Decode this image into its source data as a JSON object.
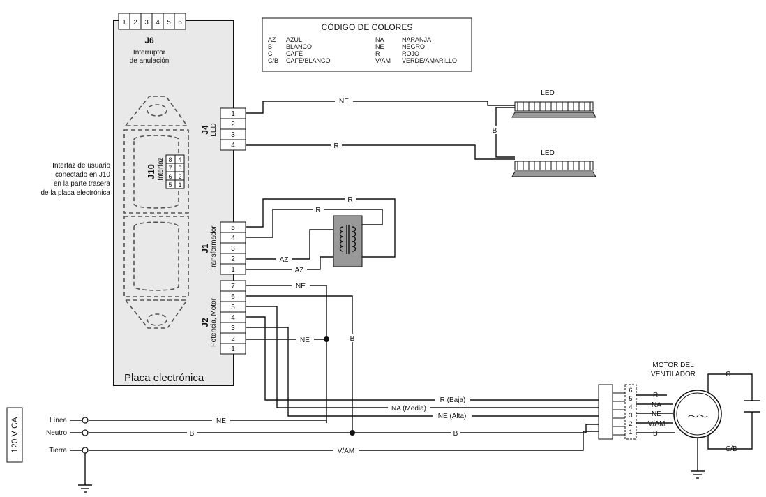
{
  "legend": {
    "title": "CÓDIGO DE COLORES",
    "items": [
      {
        "code": "AZ",
        "name": "AZUL"
      },
      {
        "code": "B",
        "name": "BLANCO"
      },
      {
        "code": "C",
        "name": "CAFÉ"
      },
      {
        "code": "C/B",
        "name": "CAFÉ/BLANCO"
      },
      {
        "code": "NA",
        "name": "NARANJA"
      },
      {
        "code": "NE",
        "name": "NEGRO"
      },
      {
        "code": "R",
        "name": "ROJO"
      },
      {
        "code": "V/AM",
        "name": "VERDE/AMARILLO"
      }
    ]
  },
  "board": {
    "label": "Placa electrónica",
    "j6": {
      "id": "J6",
      "desc1": "Interruptor",
      "desc2": "de anulación",
      "pins": [
        "1",
        "2",
        "3",
        "4",
        "5",
        "6"
      ]
    },
    "j10": {
      "id": "J10",
      "desc": "Interfaz",
      "pins": [
        "8",
        "4",
        "7",
        "3",
        "6",
        "2",
        "5",
        "1"
      ]
    },
    "j4": {
      "id": "J4",
      "desc": "LED",
      "pins": [
        "1",
        "2",
        "3",
        "4"
      ]
    },
    "j1": {
      "id": "J1",
      "desc": "Transformador",
      "pins": [
        "5",
        "4",
        "3",
        "2",
        "1"
      ]
    },
    "j2": {
      "id": "J2",
      "desc": "Potencia, Motor",
      "pins": [
        "7",
        "6",
        "5",
        "4",
        "3",
        "2",
        "1"
      ]
    }
  },
  "interface_note": [
    "Interfaz de usuario",
    "conectado en J10",
    "en la parte trasera",
    "de la placa electrónica"
  ],
  "led": {
    "top": "LED",
    "bottom": "LED"
  },
  "wires": {
    "ne": "NE",
    "r": "R",
    "b": "B",
    "az": "AZ",
    "vam": "V/AM",
    "na": "NA",
    "c": "C",
    "cb": "C/B",
    "r_baja": "R (Baja)",
    "na_media": "NA (Media)",
    "ne_alta": "NE (Alta)"
  },
  "motor": {
    "line1": "MOTOR DEL",
    "line2": "VENTILADOR",
    "pins": [
      "6",
      "5",
      "4",
      "3",
      "2",
      "1"
    ]
  },
  "supply": {
    "voltage": "120 V CA",
    "linea": "Línea",
    "neutro": "Neutro",
    "tierra": "Tierra"
  }
}
